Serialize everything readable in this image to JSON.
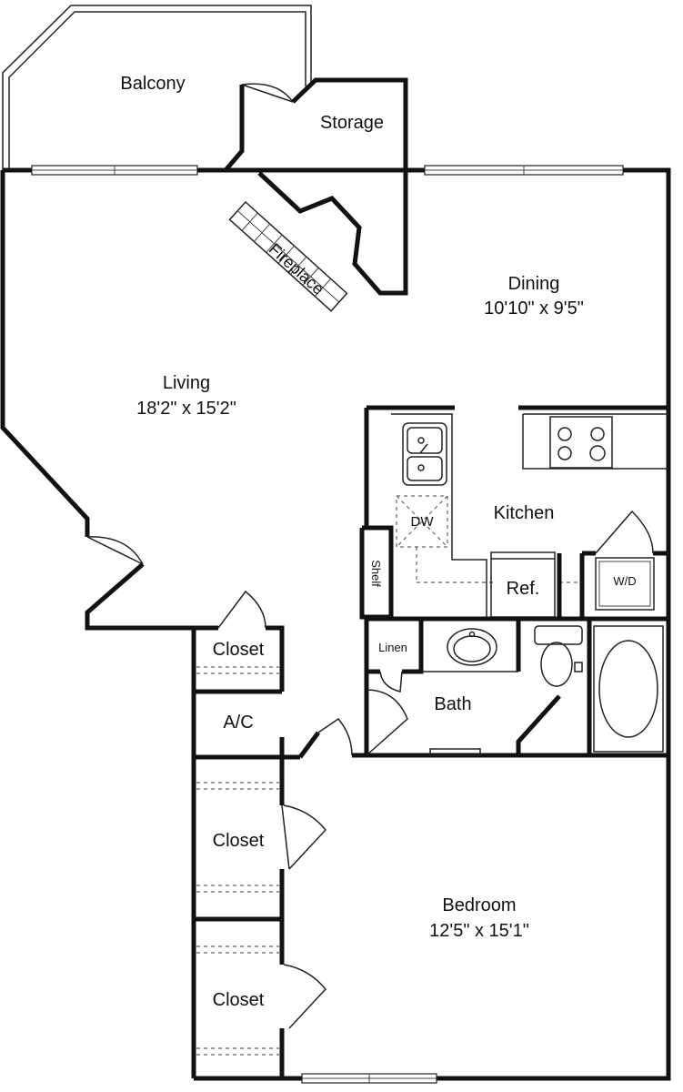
{
  "rooms": {
    "balcony": {
      "name": "Balcony"
    },
    "storage": {
      "name": "Storage"
    },
    "fireplace": {
      "name": "Fireplace"
    },
    "dining": {
      "name": "Dining",
      "size": "10'10\" x 9'5\""
    },
    "living": {
      "name": "Living",
      "size": "18'2\" x 15'2\""
    },
    "kitchen": {
      "name": "Kitchen"
    },
    "shelf": {
      "name": "Shelf"
    },
    "dishwasher": {
      "name": "DW"
    },
    "refrigerator": {
      "name": "Ref."
    },
    "washer_dryer": {
      "name": "W/D"
    },
    "linen": {
      "name": "Linen"
    },
    "bath": {
      "name": "Bath"
    },
    "closet_hall": {
      "name": "Closet"
    },
    "ac": {
      "name": "A/C"
    },
    "closet_upper": {
      "name": "Closet"
    },
    "closet_lower": {
      "name": "Closet"
    },
    "bedroom": {
      "name": "Bedroom",
      "size": "12'5\" x 15'1\""
    }
  },
  "colors": {
    "wall": "#111111",
    "background": "#ffffff",
    "fixture": "#222222"
  }
}
